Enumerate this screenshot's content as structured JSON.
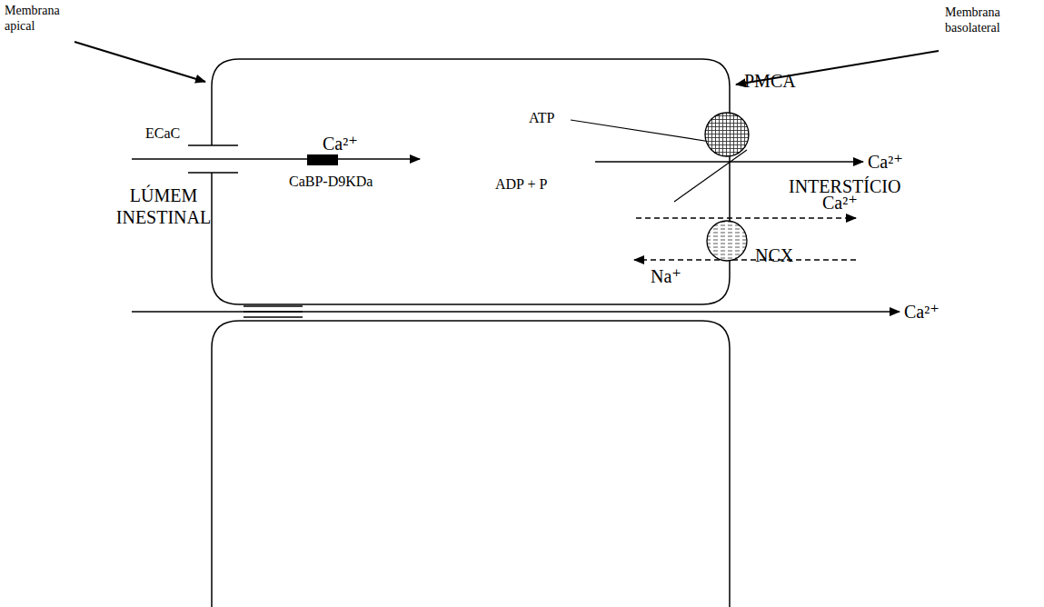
{
  "diagram": {
    "nodes": [
      {
        "text": [
          "PMCA"
        ]
      },
      {
        "text": [
          "NCX"
        ]
      }
    ],
    "labels": [
      "Membrana apical",
      "Membrana basolateral",
      "ECaC",
      "Ca²⁺",
      "CaBP-D9KDa",
      "LÚMEM INESTINAL",
      "ATP",
      "Ca²⁺",
      "ADP + P",
      "INTERSTÍCIO",
      "Ca²⁺",
      "Na⁺",
      "Ca²⁺"
    ]
  }
}
